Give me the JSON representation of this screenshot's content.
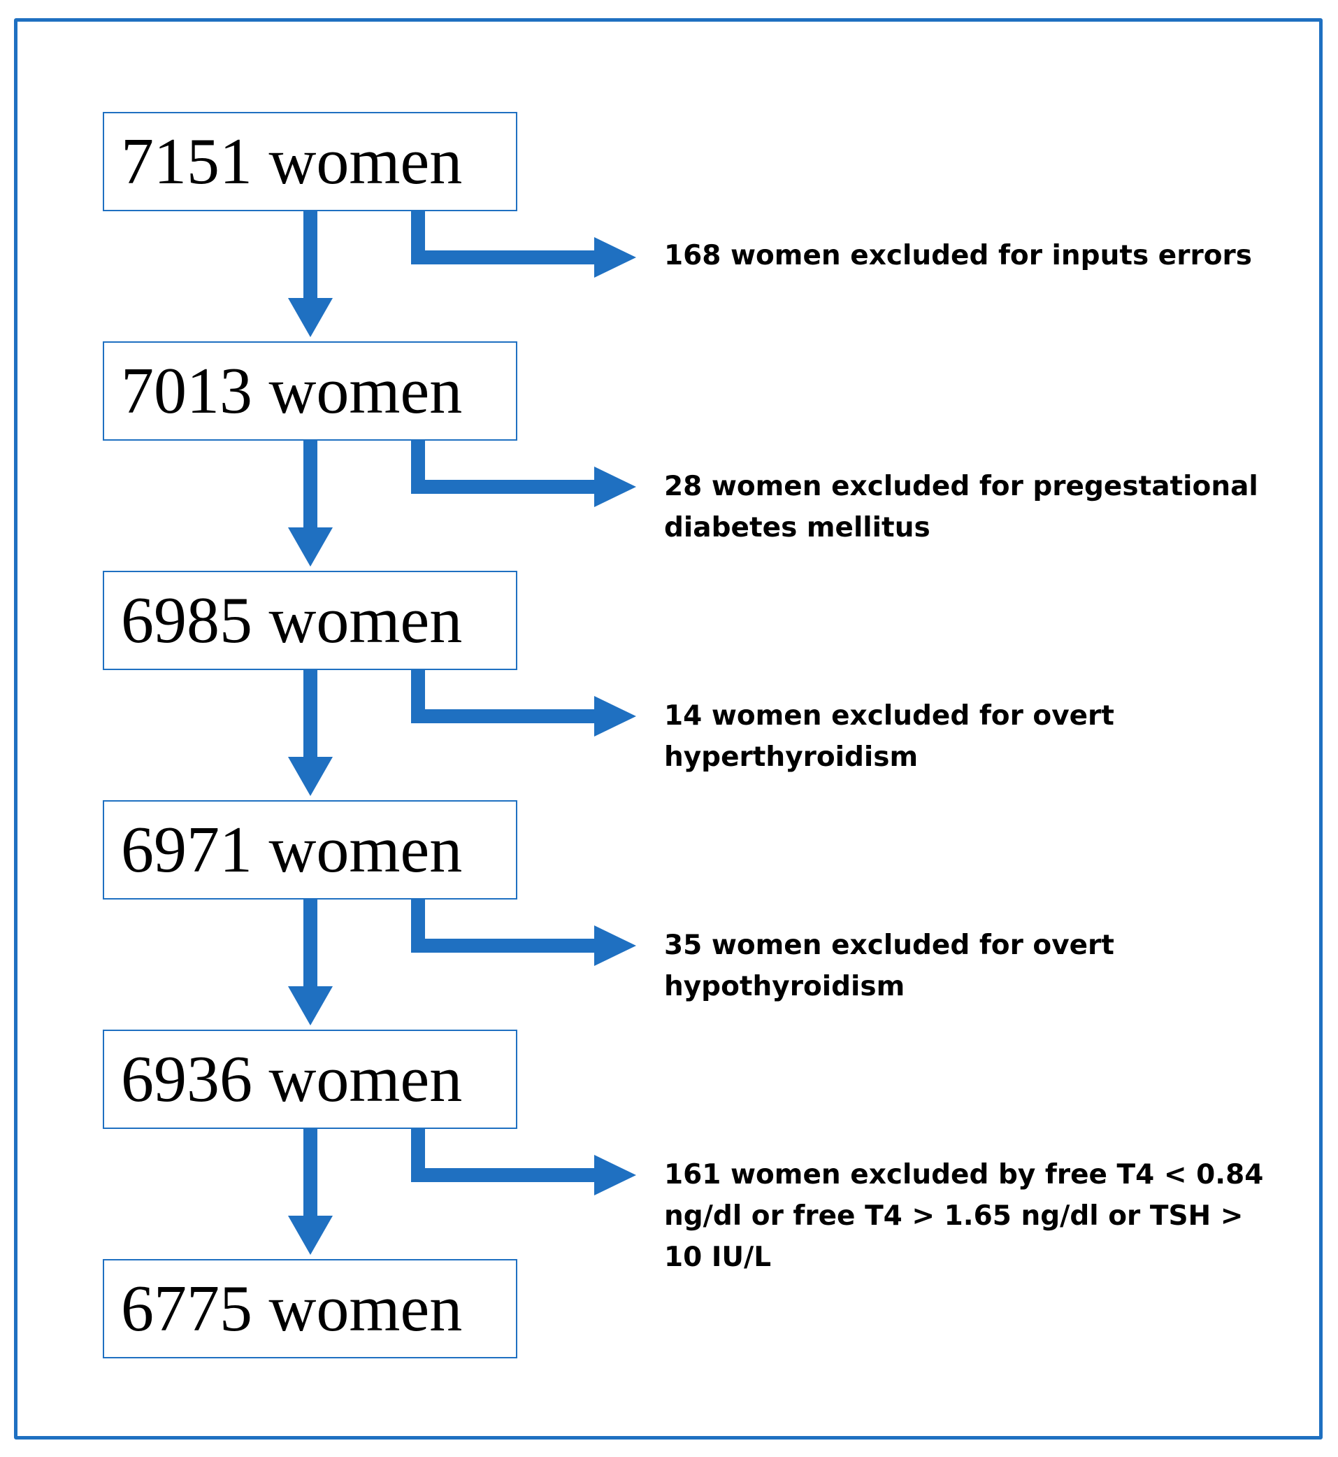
{
  "colors": {
    "accent": "#1f70c1",
    "text": "#000000",
    "background": "#ffffff"
  },
  "nodes": [
    {
      "label": "7151 women"
    },
    {
      "label": "7013 women"
    },
    {
      "label": "6985 women"
    },
    {
      "label": "6971 women"
    },
    {
      "label": "6936 women"
    },
    {
      "label": "6775 women"
    }
  ],
  "exclusions": [
    {
      "text": "168 women excluded for inputs errors"
    },
    {
      "text": "28 women excluded for pregestational diabetes mellitus"
    },
    {
      "text": "14 women excluded for overt hyperthyroidism"
    },
    {
      "text": "35 women excluded for overt hypothyroidism"
    },
    {
      "text": "161 women excluded by free T4 < 0.84 ng/dl or free T4 > 1.65 ng/dl or TSH > 10 IU/L"
    }
  ]
}
